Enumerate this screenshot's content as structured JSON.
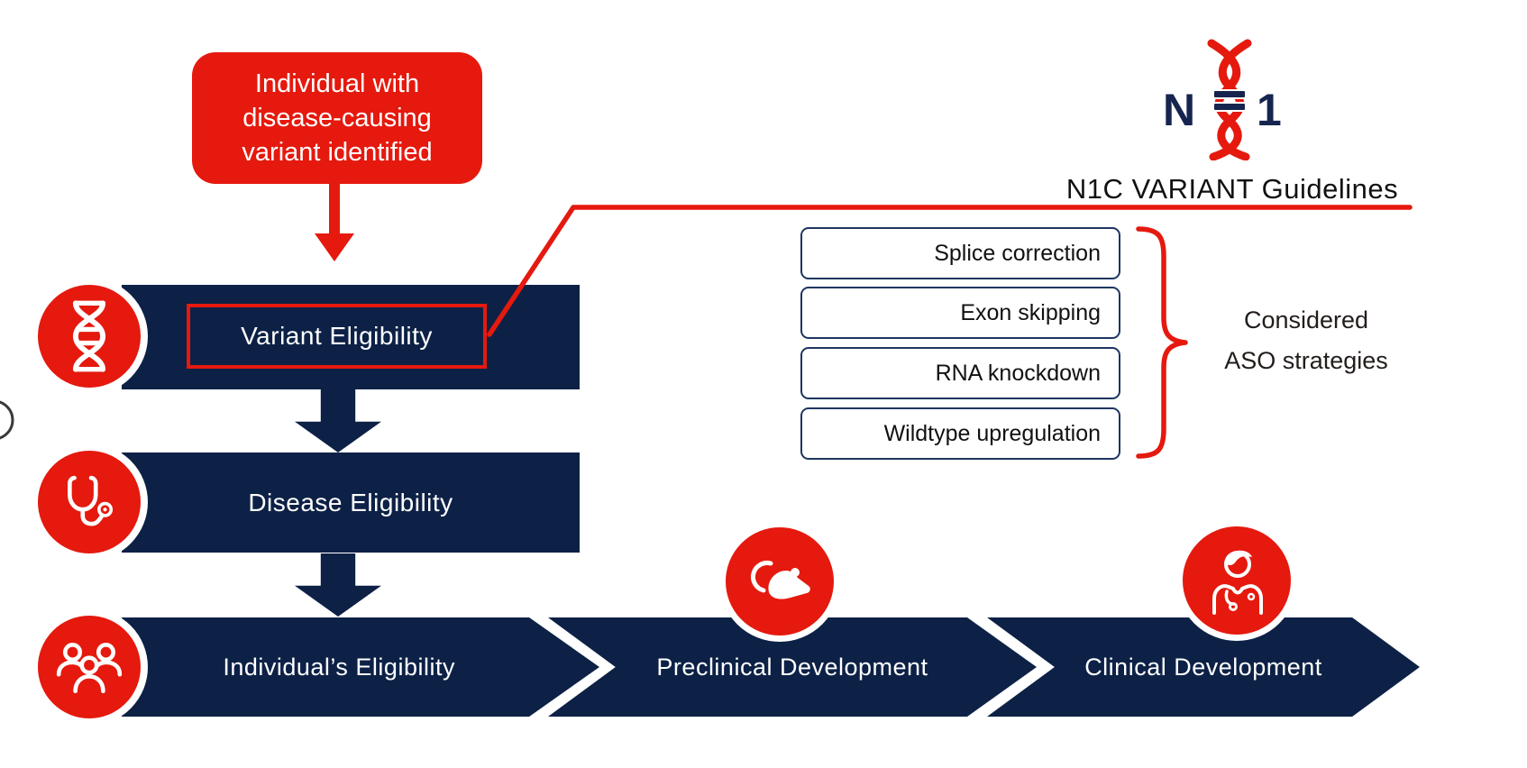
{
  "colors": {
    "navy": "#0d2146",
    "red": "#e5190e",
    "box_border": "#1d3661",
    "white": "#ffffff",
    "title_text": "#111111"
  },
  "start": {
    "line1": "Individual with",
    "line2": "disease-causing",
    "line3": "variant identified"
  },
  "steps": {
    "variant": {
      "label": "Variant Eligibility",
      "icon": "dna-icon"
    },
    "disease": {
      "label": "Disease Eligibility",
      "icon": "stethoscope-icon"
    },
    "individual": {
      "label": "Individual’s Eligibility",
      "icon": "people-icon"
    },
    "preclinical": {
      "label": "Preclinical Development",
      "icon": "mouse-icon"
    },
    "clinical": {
      "label": "Clinical Development",
      "icon": "doctor-icon"
    }
  },
  "guidelines": {
    "logo_n": "N",
    "logo_equals": "=",
    "logo_one": "1",
    "title": "N1C VARIANT Guidelines"
  },
  "aso_panel": {
    "strategies": [
      "Splice correction",
      "Exon skipping",
      "RNA knockdown",
      "Wildtype upregulation"
    ],
    "bracket_label": {
      "line1": "Considered",
      "line2": "ASO strategies"
    }
  }
}
